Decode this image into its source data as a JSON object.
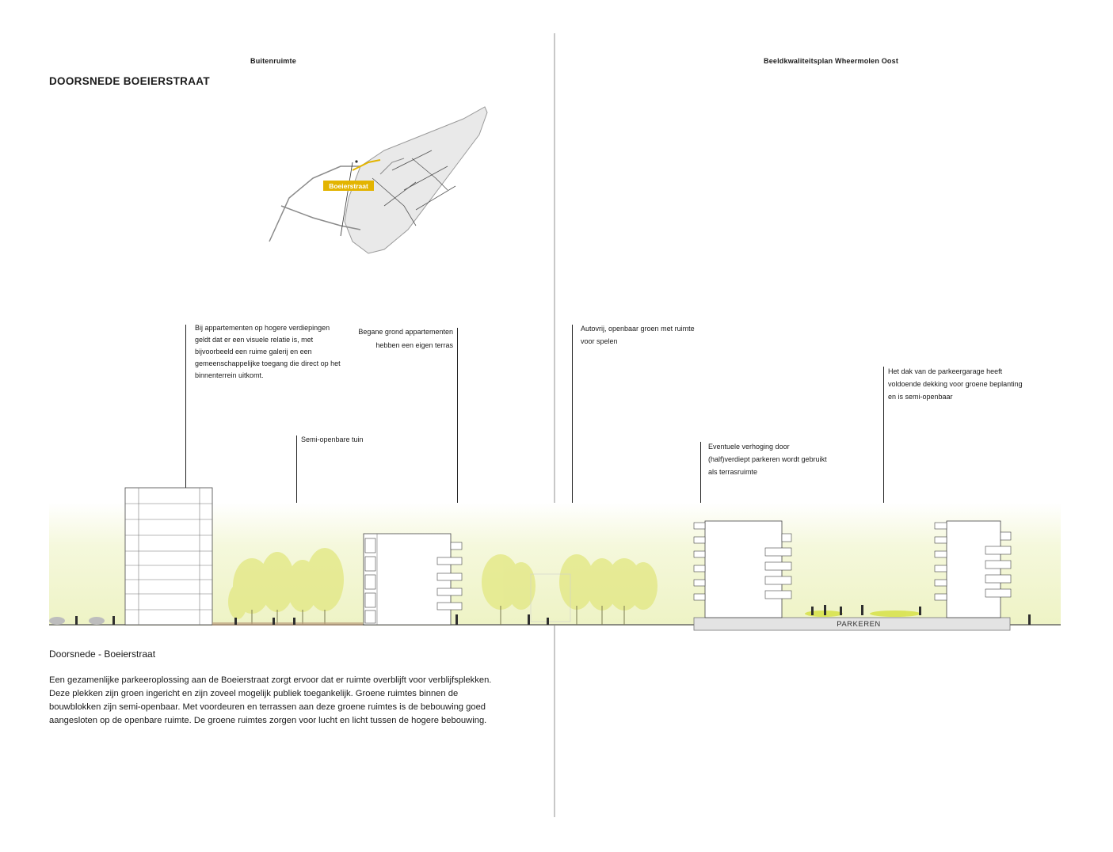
{
  "header": {
    "left": "Buitenruimte",
    "right": "Beeldkwaliteitsplan Wheermolen Oost"
  },
  "title": "DOORSNEDE BOEIERSTRAAT",
  "keymap": {
    "street_label": "Boeierstraat",
    "accent_color": "#e3b400"
  },
  "annotations": {
    "galerij": "Bij appartementen op hogere verdiepingen geldt dat er een visuele relatie is, met bijvoorbeeld een ruime galerij en een gemeenschappelijke toegang die direct op het binnenterrein uitkomt.",
    "terras_line1": "Begane grond appartementen",
    "terras_line2": "hebben een eigen terras",
    "tuin": "Semi-openbare tuin",
    "autovrij": "Autovrij, openbaar groen met ruimte voor spelen",
    "dak": "Het dak van de parkeergarage heeft voldoende dekking voor groene beplanting en is semi-openbaar",
    "verhoging": "Eventuele verhoging door (half)verdiept parkeren wordt gebruikt als terrasruimte"
  },
  "section": {
    "parking_label": "PARKEREN",
    "tree_color": "#e6ea8a",
    "ground_gradient": "#f3f6cf"
  },
  "caption": "Doorsnede - Boeierstraat",
  "body": "Een gezamenlijke parkeeroplossing aan de Boeierstraat zorgt ervoor dat er ruimte overblijft voor verblijfsplekken. Deze plekken zijn groen ingericht en zijn zoveel mogelijk publiek toegankelijk. Groene ruimtes binnen de bouwblokken zijn semi-openbaar. Met voordeuren en terrassen aan deze groene ruimtes is de bebouwing goed aangesloten op de openbare ruimte. De groene ruimtes zorgen voor lucht en licht tussen de hogere bebouwing."
}
